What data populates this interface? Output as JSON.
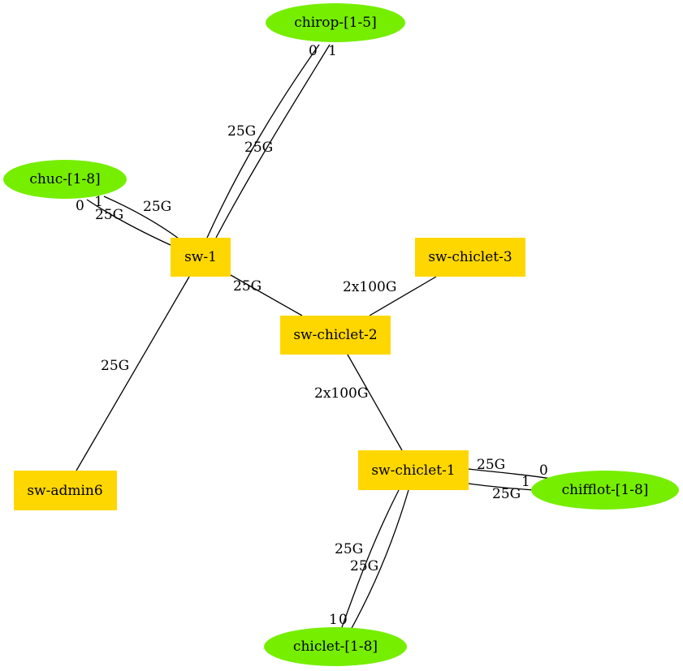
{
  "colors": {
    "switch_fill": "#ffd700",
    "host_fill": "#76ee00",
    "edge": "#000000",
    "background": "#ffffff"
  },
  "nodes": {
    "chirop": {
      "label": "chirop-[1-5]",
      "kind": "host"
    },
    "chuc": {
      "label": "chuc-[1-8]",
      "kind": "host"
    },
    "sw1": {
      "label": "sw-1",
      "kind": "switch"
    },
    "sw_chiclet_3": {
      "label": "sw-chiclet-3",
      "kind": "switch"
    },
    "sw_chiclet_2": {
      "label": "sw-chiclet-2",
      "kind": "switch"
    },
    "sw_admin6": {
      "label": "sw-admin6",
      "kind": "switch"
    },
    "sw_chiclet_1": {
      "label": "sw-chiclet-1",
      "kind": "switch"
    },
    "chifflot": {
      "label": "chifflot-[1-8]",
      "kind": "host"
    },
    "chiclet": {
      "label": "chiclet-[1-8]",
      "kind": "host"
    }
  },
  "edges": [
    {
      "from": "sw1",
      "to": "chirop",
      "label": "25G",
      "port": "0"
    },
    {
      "from": "sw1",
      "to": "chirop",
      "label": "25G",
      "port": "1"
    },
    {
      "from": "sw1",
      "to": "chuc",
      "label": "25G",
      "port": "0"
    },
    {
      "from": "sw1",
      "to": "chuc",
      "label": "25G",
      "port": "1"
    },
    {
      "from": "sw1",
      "to": "sw_chiclet_2",
      "label": "25G"
    },
    {
      "from": "sw1",
      "to": "sw_admin6",
      "label": "25G"
    },
    {
      "from": "sw_chiclet_3",
      "to": "sw_chiclet_2",
      "label": "2x100G"
    },
    {
      "from": "sw_chiclet_2",
      "to": "sw_chiclet_1",
      "label": "2x100G"
    },
    {
      "from": "sw_chiclet_1",
      "to": "chifflot",
      "label": "25G",
      "port": "0"
    },
    {
      "from": "sw_chiclet_1",
      "to": "chifflot",
      "label": "25G",
      "port": "1"
    },
    {
      "from": "sw_chiclet_1",
      "to": "chiclet",
      "label": "25G",
      "port": "1"
    },
    {
      "from": "sw_chiclet_1",
      "to": "chiclet",
      "label": "25G",
      "port": "0"
    }
  ]
}
